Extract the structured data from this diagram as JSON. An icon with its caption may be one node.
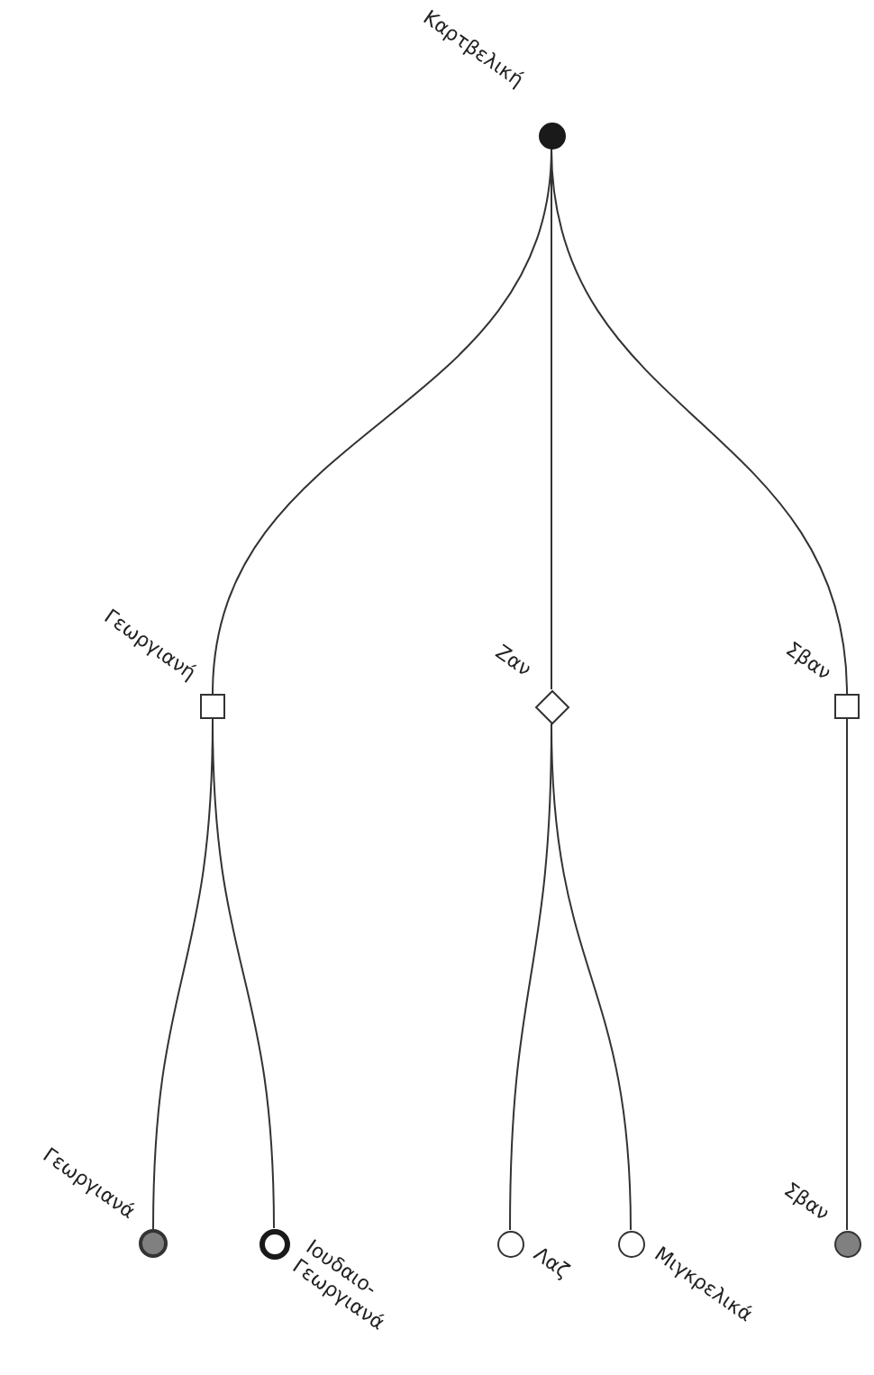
{
  "diagram": {
    "nodes": [
      {
        "text": [
          "Καρτβελική"
        ]
      },
      {
        "text": [
          "Γεωργιανή"
        ]
      },
      {
        "text": [
          "Ζαν"
        ]
      },
      {
        "text": [
          "Σβαν"
        ]
      },
      {
        "text": [
          "Γεωργιανά"
        ]
      },
      {
        "text": [
          "Ιουδαιο-Γεωργιανά"
        ]
      },
      {
        "text": [
          "Λαζ"
        ]
      },
      {
        "text": [
          "Μιγκρελικά"
        ]
      },
      {
        "text": [
          "Σβαν"
        ]
      }
    ],
    "edges": [
      {
        "from": 0,
        "to": 1,
        "arrow": "none"
      },
      {
        "from": 0,
        "to": 2,
        "arrow": "none"
      },
      {
        "from": 0,
        "to": 3,
        "arrow": "none"
      },
      {
        "from": 1,
        "to": 4,
        "arrow": "none"
      },
      {
        "from": 1,
        "to": 5,
        "arrow": "none"
      },
      {
        "from": 2,
        "to": 6,
        "arrow": "none"
      },
      {
        "from": 2,
        "to": 7,
        "arrow": "none"
      },
      {
        "from": 3,
        "to": 8,
        "arrow": "none"
      }
    ]
  }
}
